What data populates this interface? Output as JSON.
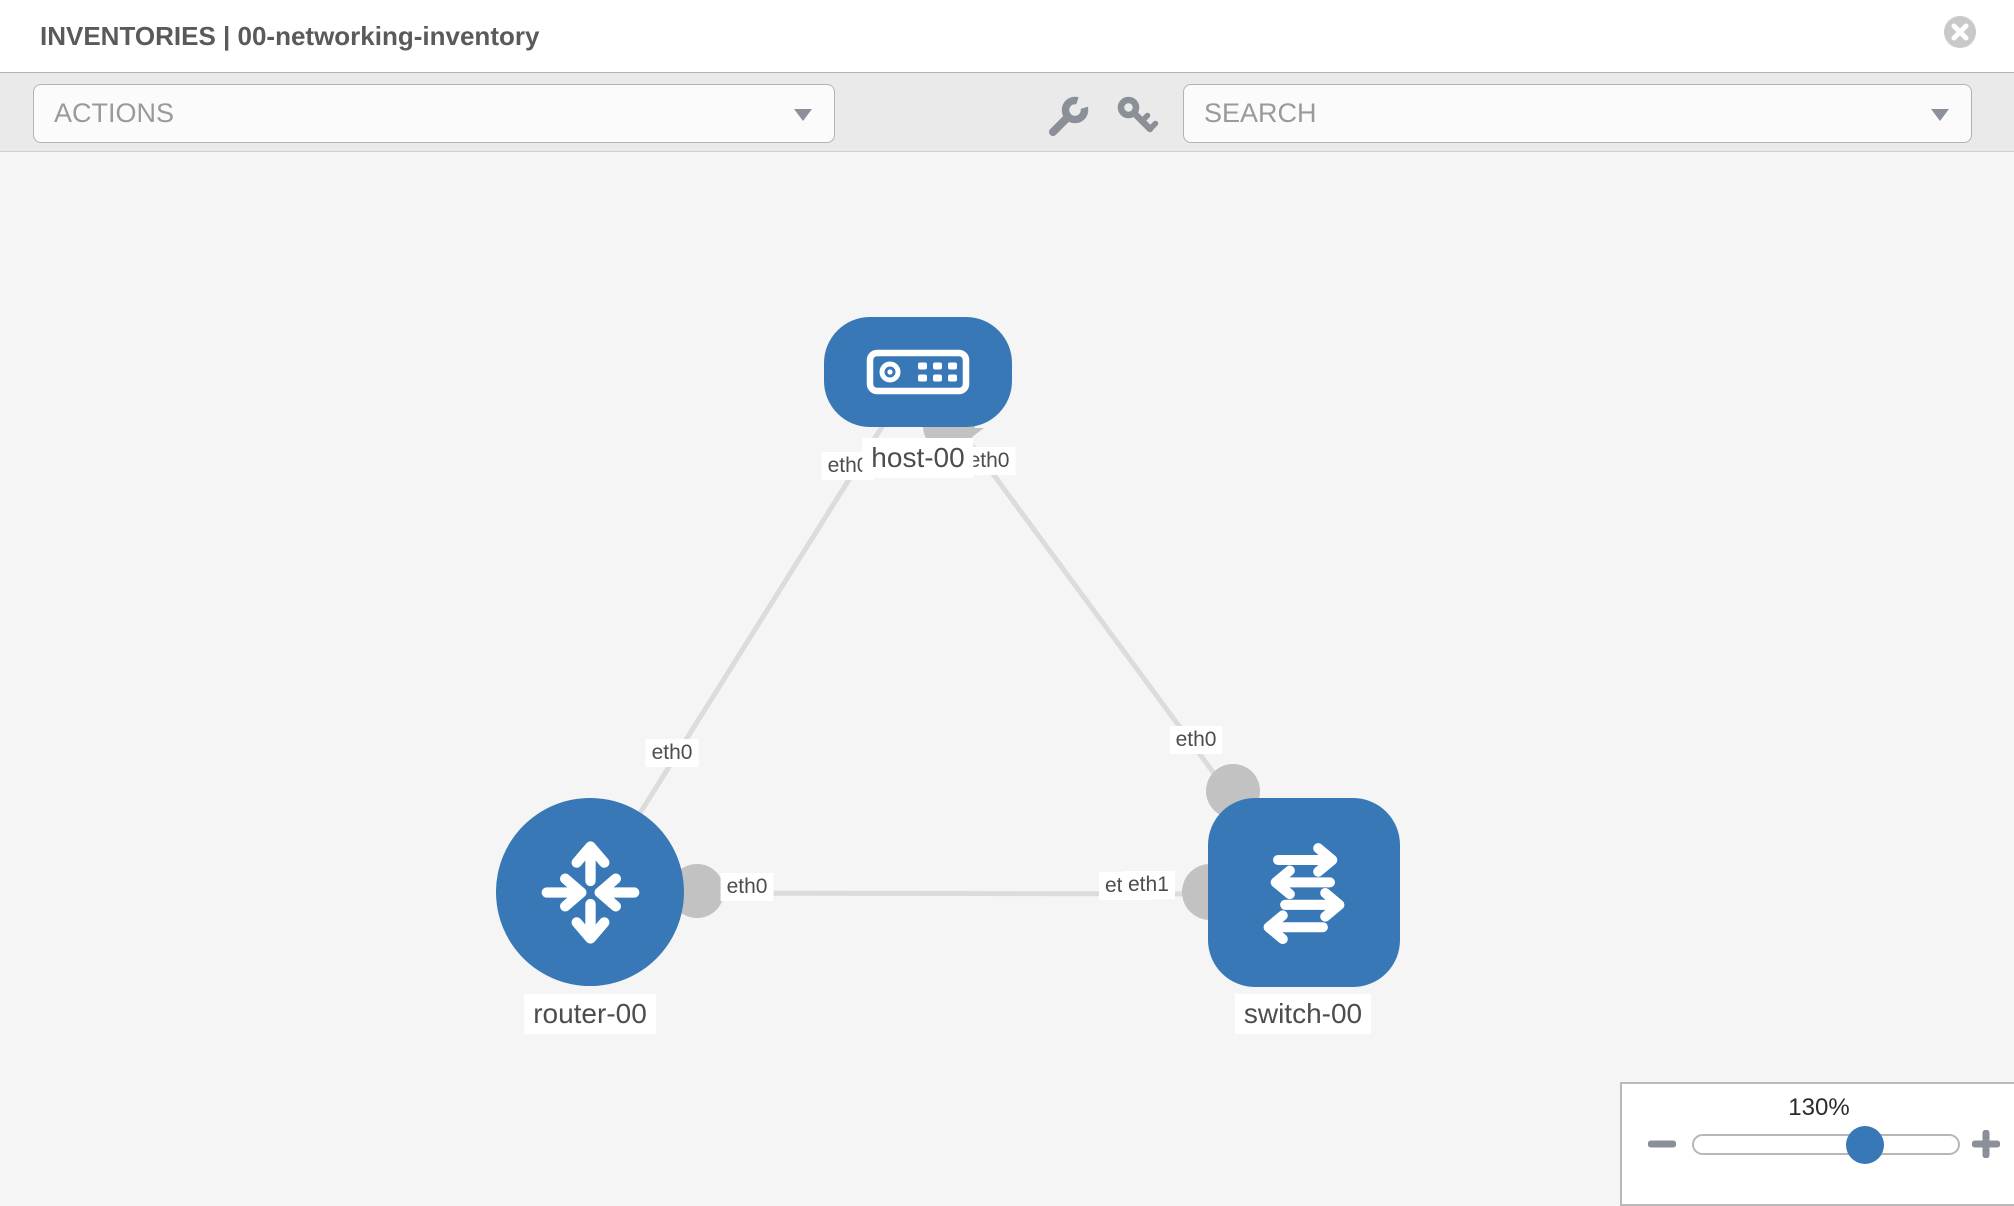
{
  "header": {
    "title": "INVENTORIES | 00-networking-inventory",
    "close_icon": "circle-x"
  },
  "toolbar": {
    "actions_label": "ACTIONS",
    "search_label": "SEARCH",
    "icons": [
      "chevron-down",
      "wrench",
      "key",
      "chevron-down"
    ]
  },
  "topology": {
    "nodes": [
      {
        "id": "host-00",
        "label": "host-00",
        "type": "host",
        "icon": "server-icon"
      },
      {
        "id": "router-00",
        "label": "router-00",
        "type": "router",
        "icon": "router-arrows-icon"
      },
      {
        "id": "switch-00",
        "label": "switch-00",
        "type": "switch",
        "icon": "switch-arrows-icon"
      }
    ],
    "links": [
      {
        "source": "host-00",
        "target": "router-00",
        "source_interface": "eth0",
        "target_interface": "eth0"
      },
      {
        "source": "host-00",
        "target": "switch-00",
        "source_interface": "eth0",
        "target_interface": "eth0"
      },
      {
        "source": "router-00",
        "target": "switch-00",
        "source_interface": "eth0",
        "target_interface": "eth1",
        "overlapped_interface": "eth0"
      }
    ]
  },
  "zoom_control": {
    "level": "130%",
    "icons": [
      "minus",
      "plus"
    ]
  },
  "colors": {
    "node_blue": "#3878b6",
    "edge_gray": "#dcdcdc",
    "connector_gray": "#c2c2c2",
    "icon_gray": "#8a8f98",
    "canvas_bg": "#f5f5f5",
    "toolbar_bg": "#eaeaea",
    "label_text": "#4d4d4d"
  }
}
